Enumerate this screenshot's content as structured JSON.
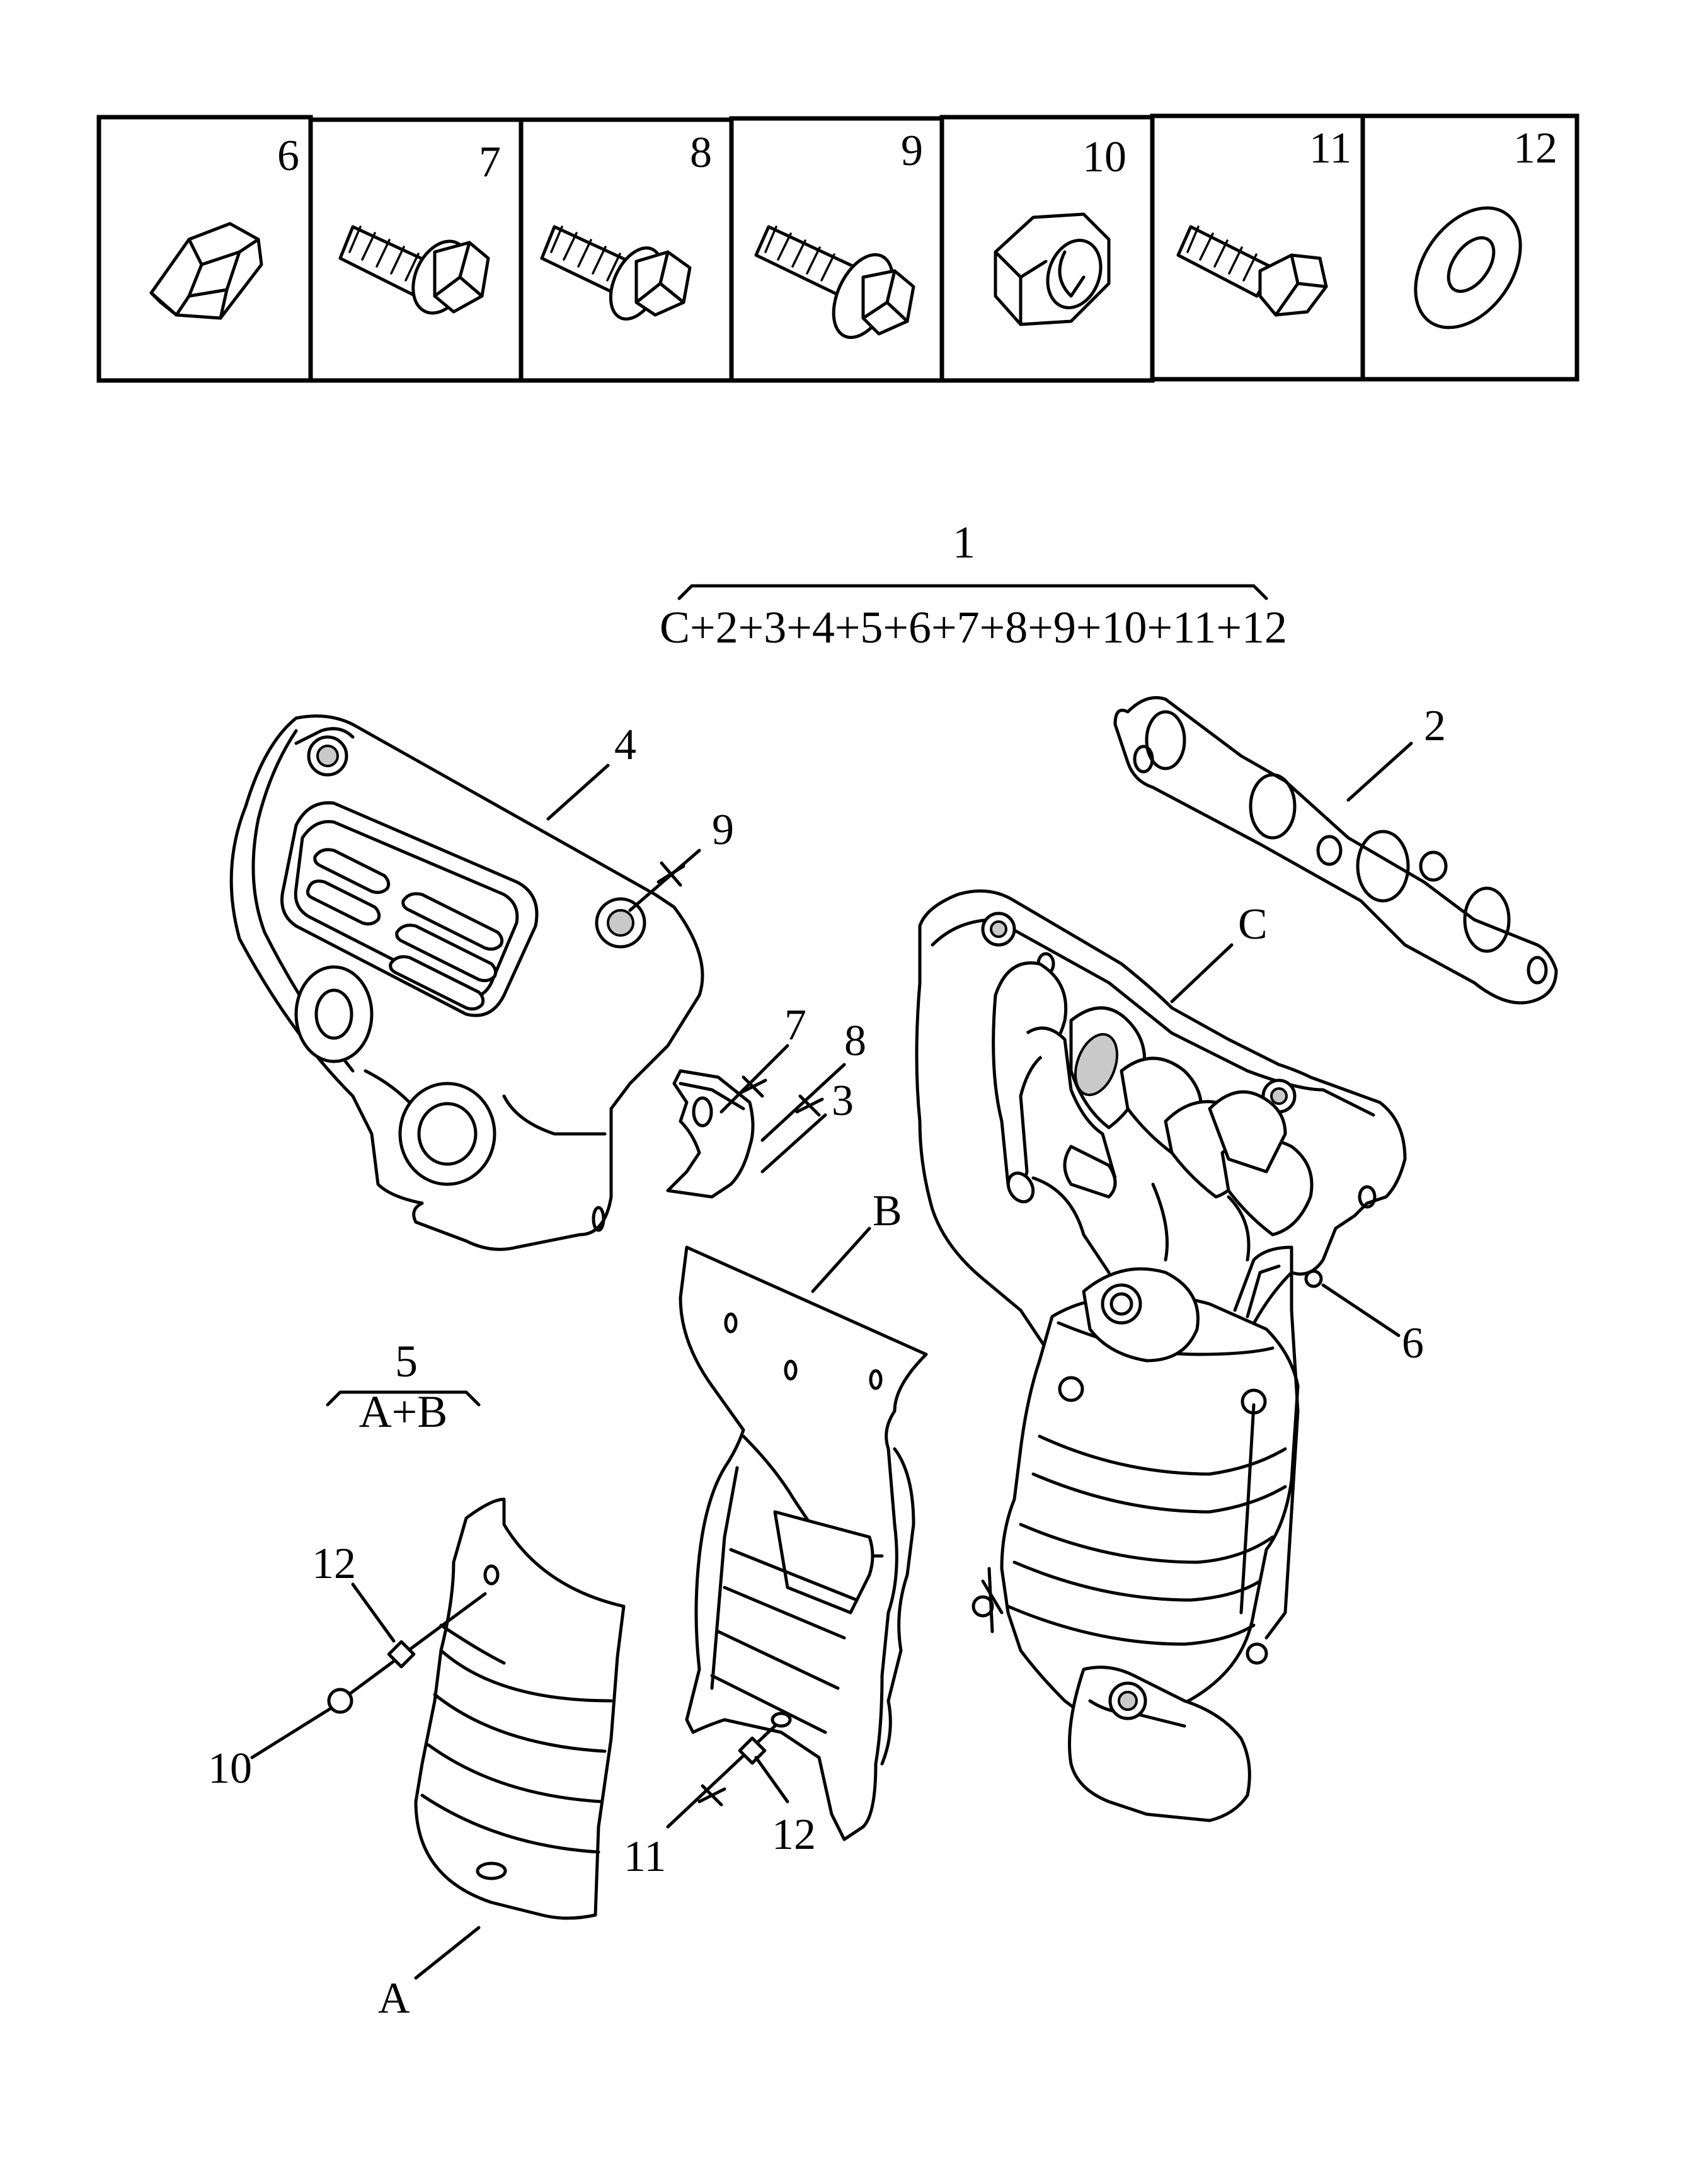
{
  "hardware_row": [
    {
      "number": "6",
      "icon": "flange-nut-icon"
    },
    {
      "number": "7",
      "icon": "bolt-with-washer-icon"
    },
    {
      "number": "8",
      "icon": "flange-bolt-icon"
    },
    {
      "number": "9",
      "icon": "flange-bolt-long-icon"
    },
    {
      "number": "10",
      "icon": "lock-nut-icon"
    },
    {
      "number": "11",
      "icon": "hex-bolt-icon"
    },
    {
      "number": "12",
      "icon": "flat-washer-icon"
    }
  ],
  "assembly": {
    "number": "1",
    "formula": "C+2+3+4+5+6+7+8+9+10+11+12"
  },
  "subassembly": {
    "number": "5",
    "formula": "A+B"
  },
  "callouts": {
    "heat_shield_upper": "4",
    "gasket": "2",
    "manifold": "C",
    "bolt_9": "9",
    "bolt_7": "7",
    "bolt_8": "8",
    "bracket": "3",
    "shield_b": "B",
    "nut_6": "6",
    "washer_12_left": "12",
    "nut_10": "10",
    "shield_a": "A",
    "bolt_11": "11",
    "washer_12_right": "12"
  }
}
